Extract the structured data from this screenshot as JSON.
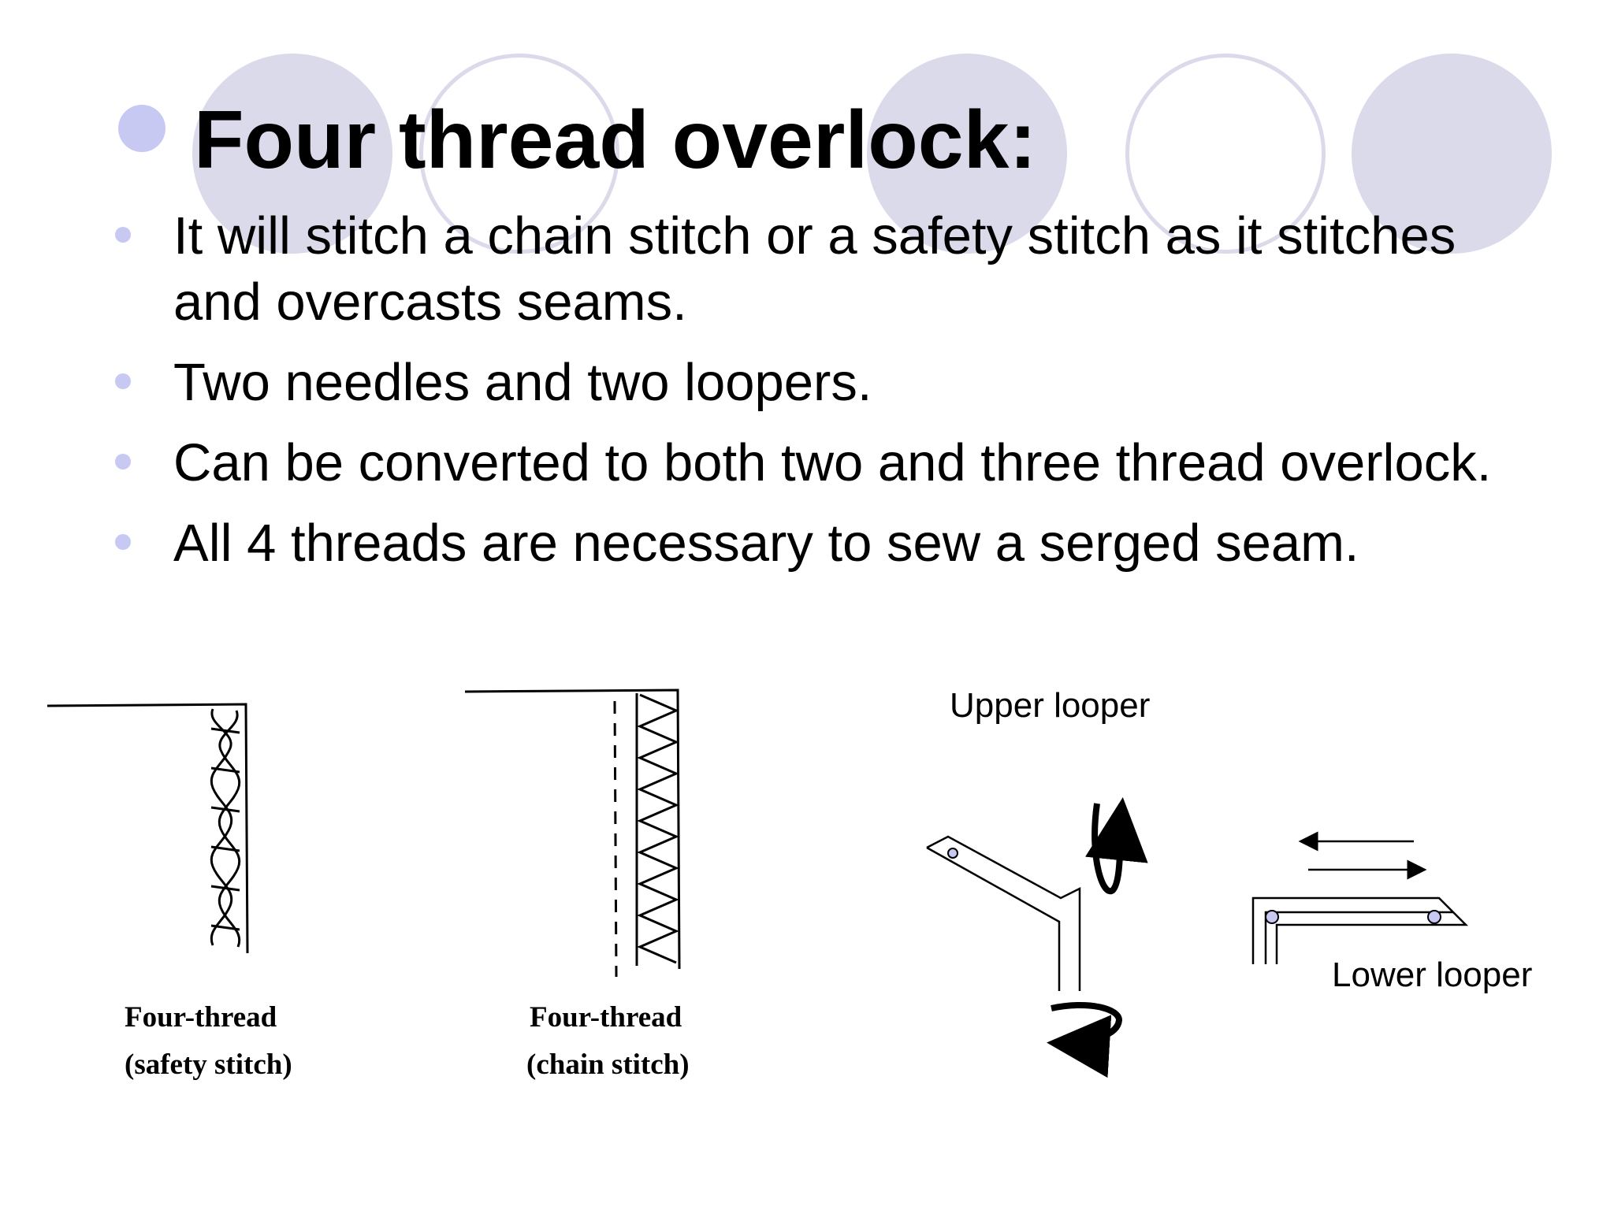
{
  "slide": {
    "title": "Four thread overlock:",
    "bullets": [
      "It will stitch a chain stitch or a safety stitch as  it  stitches and overcasts seams.",
      "Two needles and two loopers.",
      "Can be converted to both two and three thread overlock.",
      "All 4 threads are necessary to sew a serged seam."
    ]
  },
  "figures": {
    "safety": {
      "line1": "Four-thread",
      "line2": "(safety stitch)"
    },
    "chain": {
      "line1": "Four-thread",
      "line2": "(chain stitch)"
    },
    "upper_looper": "Upper looper",
    "lower_looper": "Lower looper"
  },
  "colors": {
    "accent": "#c7c9f3",
    "decor": "#dadaeb"
  }
}
